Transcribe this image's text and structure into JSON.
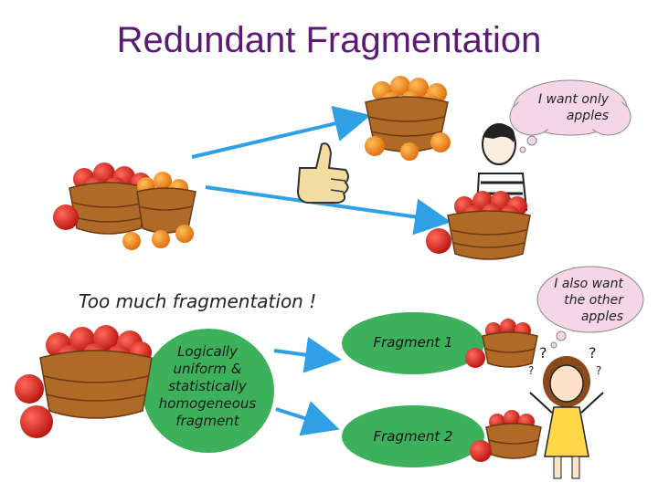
{
  "title": "Redundant Fragmentation",
  "bubbles": {
    "top": "I want only apples",
    "right": "I also want the other apples"
  },
  "subtitle": "Too much fragmentation !",
  "ellipse_text": "Logically uniform & statistically homogeneous fragment",
  "fragments": [
    "Fragment 1",
    "Fragment 2"
  ],
  "colors": {
    "title": "#5b1a74",
    "ellipse": "#3cb05a",
    "arrow": "#2f9fe6",
    "bubble": "#f5d6e6",
    "apple": "#d8261f",
    "orange": "#f08a1e",
    "basket": "#b06a27"
  },
  "icons": [
    "apple-basket-icon",
    "orange-basket-icon",
    "thumbs-up-icon",
    "boy-icon",
    "girl-icon",
    "apple-icon"
  ]
}
